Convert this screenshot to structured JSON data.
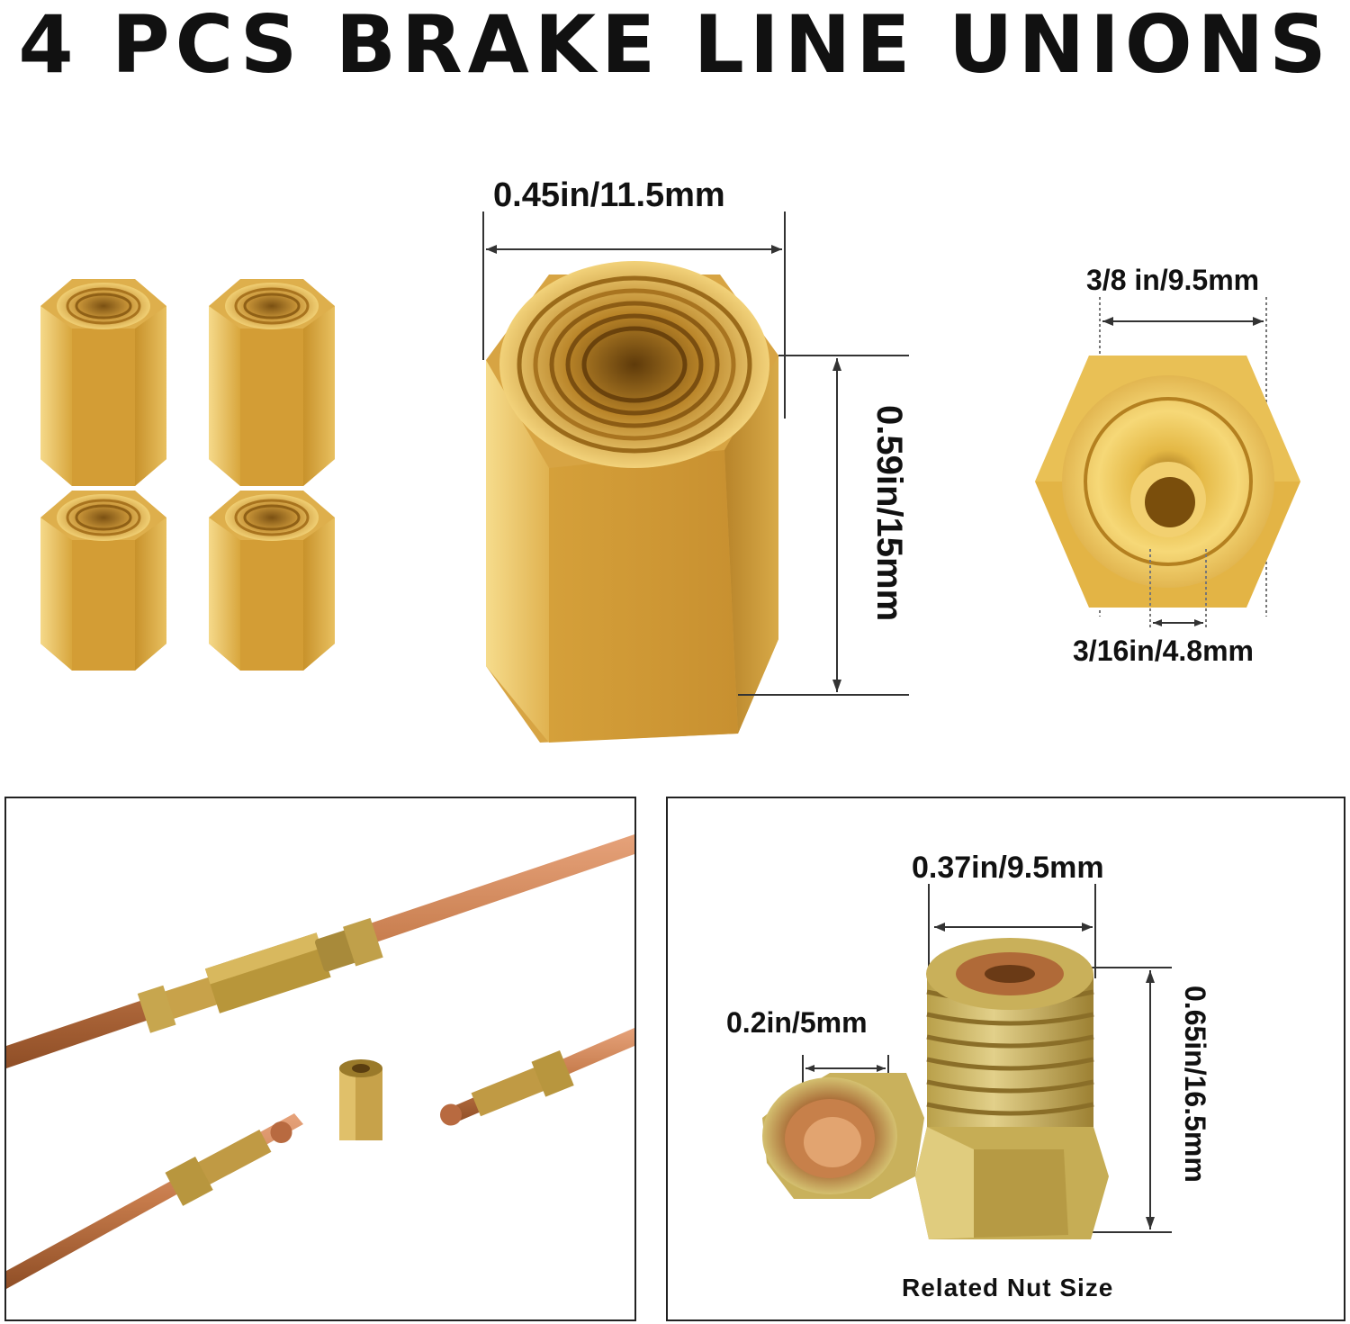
{
  "title": "4 PCS BRAKE LINE UNIONS",
  "dimensions": {
    "union_width": "0.45in/11.5mm",
    "union_height": "0.59in/15mm",
    "end_outer": "3/8 in/9.5mm",
    "end_inner": "3/16in/4.8mm",
    "nut_width": "0.37in/9.5mm",
    "nut_height": "0.65in/16.5mm",
    "nut_bore": "0.2in/5mm"
  },
  "caption": "Related Nut Size",
  "colors": {
    "brass_light": "#f2d37a",
    "brass_mid": "#d9ab45",
    "brass_dark": "#a77a22",
    "copper": "#c57a4a",
    "zinc": "#c9b46a"
  },
  "icons": [
    "brass-union-icon",
    "brass-union-end-icon",
    "brake-nut-icon",
    "copper-line-icon"
  ]
}
